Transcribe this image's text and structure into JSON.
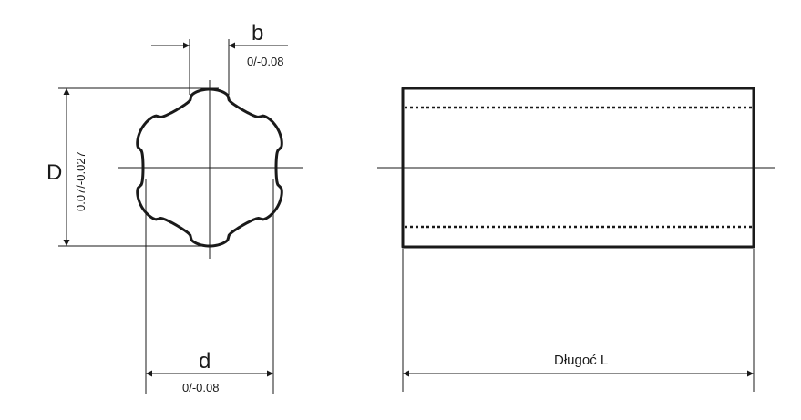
{
  "labels": {
    "b": "b",
    "b_tol": "0/-0.08",
    "D": "D",
    "D_tol": "0.07/-0.027",
    "d": "d",
    "d_tol": "0/-0.08",
    "length": "Długoć L"
  },
  "colors": {
    "line": "#1a1a1a",
    "background": "#ffffff"
  }
}
